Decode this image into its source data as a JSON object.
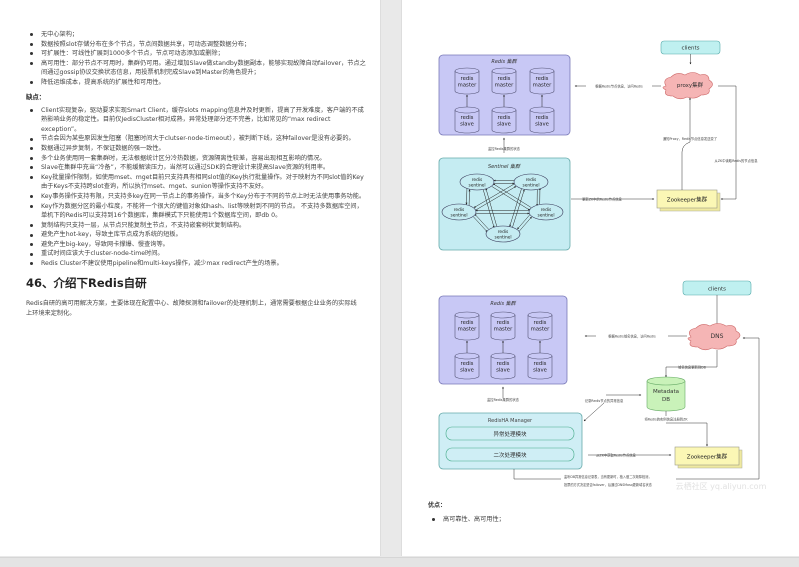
{
  "left_page": {
    "pros_list": [
      "无中心架构；",
      "数据按照slot存储分布在多个节点，节点间数据共享，可动态调整数据分布；",
      "可扩展性：可线性扩展到1000多个节点，节点可动态添加或删除；",
      "高可用性：部分节点不可用时，集群仍可用。通过增加Slave做standby数据副本，能够实现故障自动failover，节点之间通过gossip协议交换状态信息，用投票机制完成Slave到Master的角色提升；",
      "降低运维成本，提高系统的扩展性和可用性。"
    ],
    "cons_label": "缺点：",
    "cons_list": [
      "Client实现复杂，驱动要求实现Smart Client，缓存slots mapping信息并及时更新，提高了开发难度，客户端的不成熟影响业务的稳定性。目前仅JedisCluster相对成熟，异常处理部分还不完善，比如常见的“max redirect exception”。",
      "节点会因为某些原因发生阻塞（阻塞时间大于clutser-node-timeout），被判断下线，这种failover是没有必要的。",
      "数据通过异步复制，不保证数据的强一致性。",
      "多个业务使用同一套集群时，无法根据统计区分冷热数据，资源隔离性较差，容易出现相互影响的情况。",
      "Slave在集群中充当“冷备”，不能缓解读压力，当然可以通过SDK的合理设计来提高Slave资源的利用率。",
      "Key批量操作限制，如使用mset、mget目前只支持具有相同slot值的Key执行批量操作。对于映射为不同slot值的Key由于Keys不支持跨slot查询，所以执行mset、mget、sunion等操作支持不友好。",
      "Key事务操作支持有限，只支持多key在同一节点上的事务操作，当多个Key分布于不同的节点上时无法使用事务功能。",
      "Key作为数据分区的最小粒度，不能将一个很大的键值对象如hash、list等映射到不同的节点。 不支持多数据库空间，单机下的Redis可以支持到16个数据库，集群模式下只能使用1个数据库空间，即db 0。",
      "复制结构只支持一层，从节点只能复制主节点，不支持嵌套树状复制结构。",
      "避免产生hot-key，导致主库节点成为系统的短板。",
      "避免产生big-key，导致网卡撑爆、慢查询等。",
      "重试时间应该大于cluster-node-time时间。",
      "Redis Cluster不建议使用pipeline和multi-keys操作，减少max redirect产生的场景。"
    ],
    "section_heading": "46、介绍下Redis自研",
    "section_paragraph": "Redis自研的高可用解决方案，主要体现在配置中心、故障探测和failover的处理机制上，通常需要根据企业业务的实际线上环境来定制化。"
  },
  "diagram1": {
    "cluster_title": "Redis 集群",
    "master_label": [
      "redis",
      "master"
    ],
    "slave_label": [
      "redis",
      "slave"
    ],
    "clients": "clients",
    "proxy": "proxy集群",
    "arrow_proxy_to_cluster": "根据Redis节点信息，访问Redis",
    "monitor_label": "监控Redis集群的状态",
    "sentinel_title": "Sentinel 集群",
    "sentinel_label": [
      "redis",
      "sentinel"
    ],
    "update_zk": "更新ZK中的Redis节点信息",
    "zookeeper": "Zookeeper集群",
    "notify_proxy": "通知Proxy，Redis节点信息发送变了",
    "read_zk": "从ZK中读取Redis的节点信息"
  },
  "diagram2": {
    "cluster_title": "Redis 集群",
    "master_label": [
      "redis",
      "master"
    ],
    "slave_label": [
      "redis",
      "slave"
    ],
    "clients": "clients",
    "dns": "DNS",
    "arrow_dns_to_cluster": "根据Redis域名信息，访问Redis",
    "domain_update": "域名信息更新到DB",
    "metadata_db": [
      "Metadata",
      "DB"
    ],
    "monitor_label": "监控Redis集群的状态",
    "record_error": "记录Redis节点的异常信息",
    "register_zk": "将Redis的实例信息注册到ZK",
    "manager_title": "RedisHA Manager",
    "module_exception": "异常处理模块",
    "module_secondary": "二次处理模块",
    "read_zk": "从ZK中获取Redis节点信息",
    "zookeeper": "Zookeeper集群",
    "bottom_note": [
      "监听DB异常信息记录表，当有更新时，植入做二次故障检测，",
      "投票的方式决定是否failover，后通过DNSMasq更新域名状态"
    ],
    "watermark": "云栖社区 yq.aliyun.com"
  },
  "right_page": {
    "pros_label": "优点：",
    "pros_list": [
      "高可靠性、高可用性；"
    ]
  },
  "colors": {
    "cluster_fill": "#c8c8f5",
    "cluster_stroke": "#7a7ab8",
    "clients_fill": "#bff0f0",
    "proxy_fill": "#f5b5b5",
    "sentinel_fill": "#c5ecf2",
    "zk_fill": "#fbf7b5",
    "db_fill": "#c9f2b9",
    "manager_fill": "#cfeef5"
  }
}
